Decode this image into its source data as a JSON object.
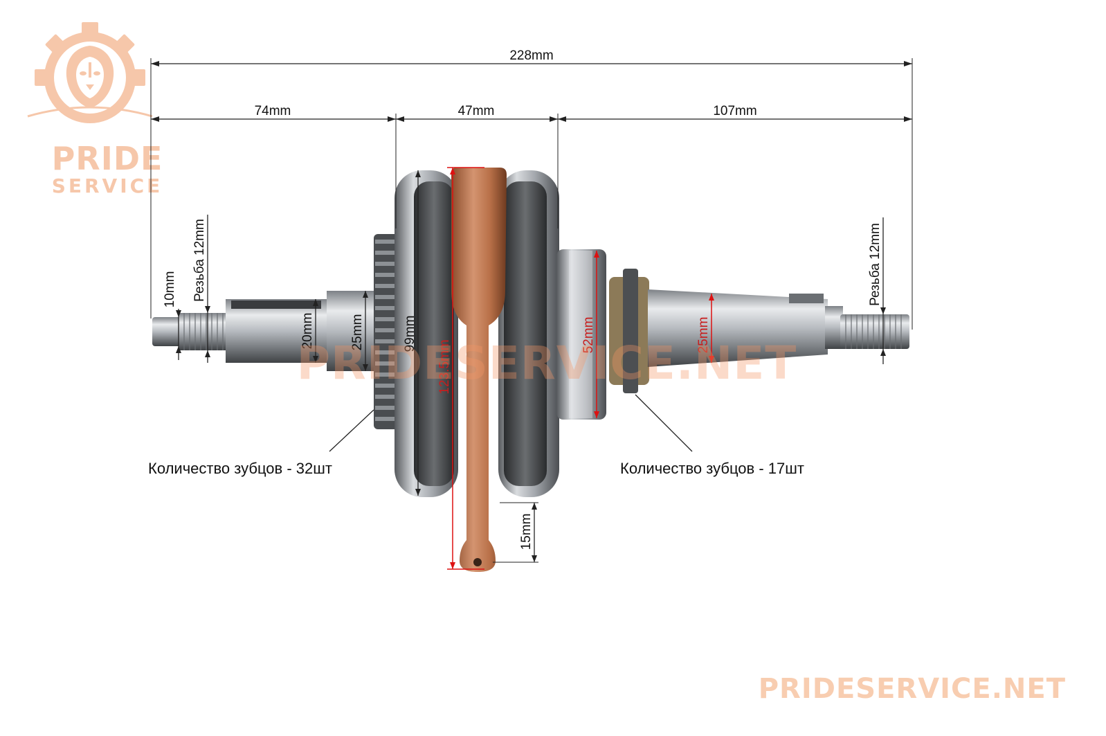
{
  "logo": {
    "line1": "PRIDE",
    "line2": "SERVICE",
    "icon": "lion-gear-icon",
    "color": "#f6c7aa"
  },
  "watermarks": {
    "center": "PRIDESERVICE.NET",
    "bottom": "PRIDESERVICE.NET"
  },
  "dimensions": {
    "overall_length": "228mm",
    "left_section": "74mm",
    "middle_section": "47mm",
    "right_section": "107mm",
    "left_tip_dia": "10mm",
    "left_thread": "Резьба 12mm",
    "left_shaft_dia": "20mm",
    "left_journal_dia": "25mm",
    "flywheel_dia": "99mm",
    "rod_length": "123.5mm",
    "bearing_dia": "52mm",
    "right_journal_dia": "25mm",
    "right_thread": "Резьба 12mm",
    "rod_small_end": "15mm"
  },
  "callouts": {
    "left_gear": "Количество зубцов - 32шт",
    "right_sprocket": "Количество зубцов - 17шт"
  },
  "colors": {
    "steel": "#b8bcc0",
    "copper": "#c07a52",
    "dimension_red": "#c81e1e",
    "watermark": "#f4a070"
  }
}
